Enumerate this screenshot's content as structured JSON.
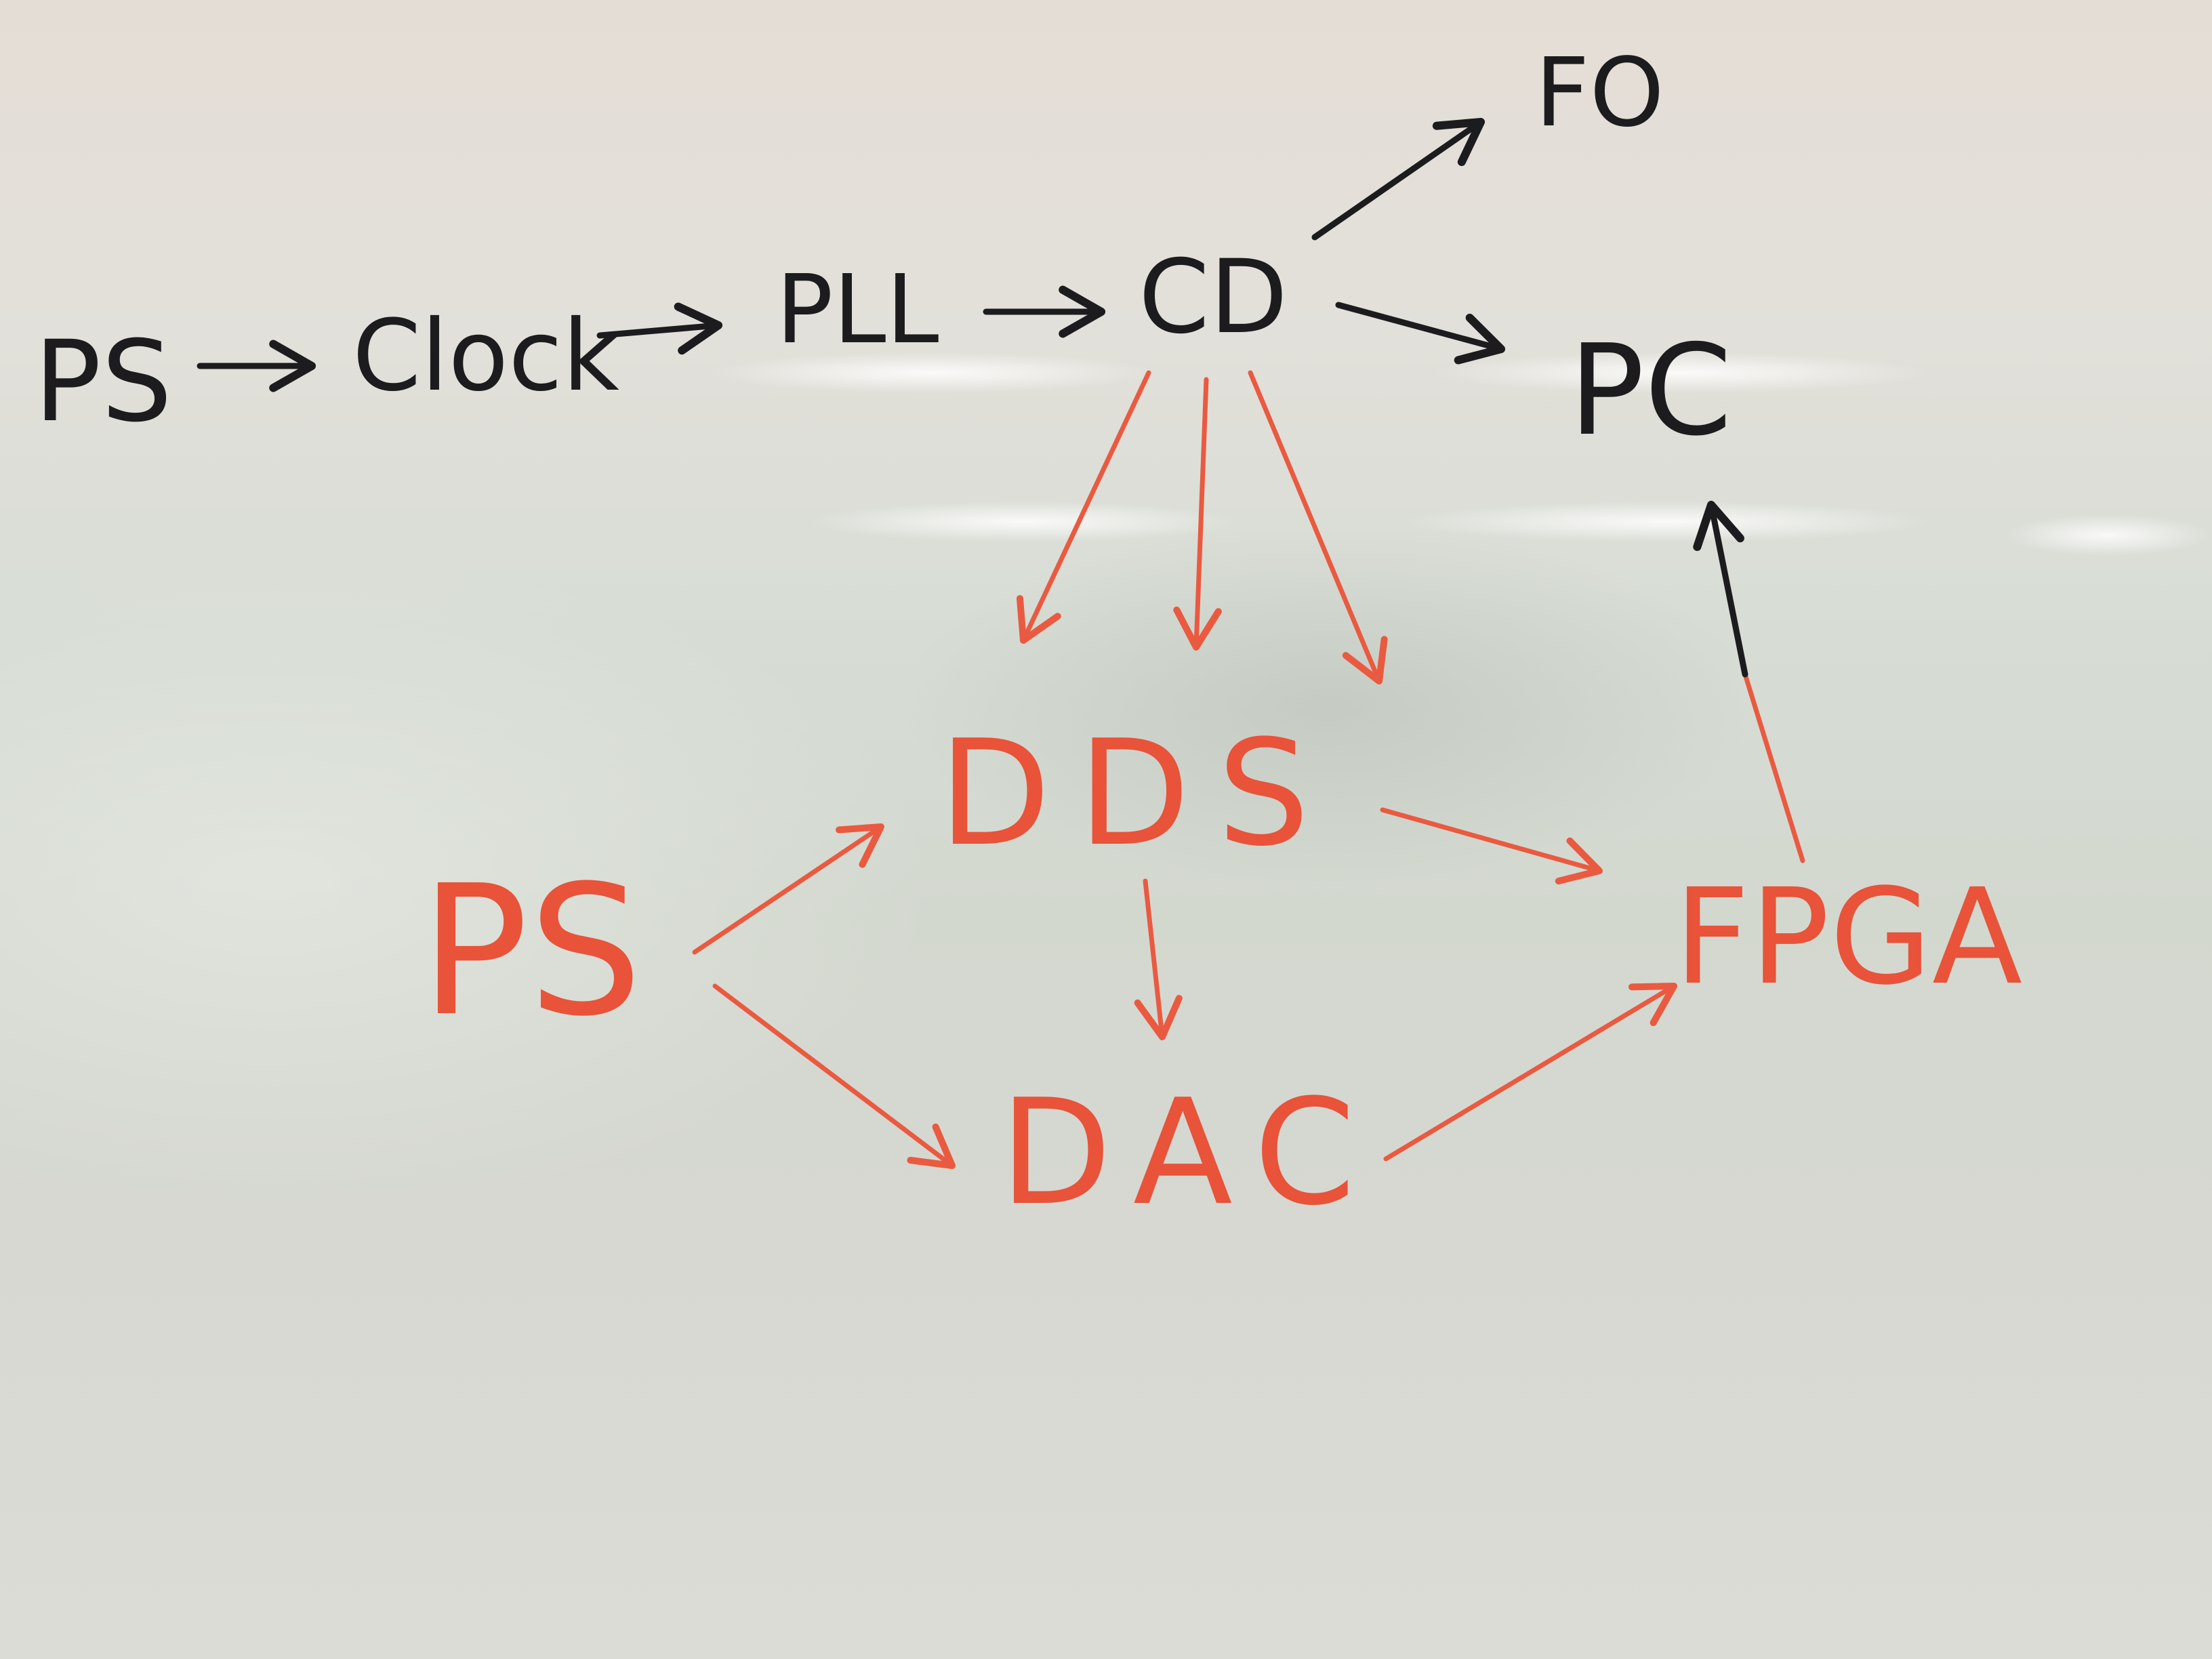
{
  "nodes": {
    "ps_black": "PS",
    "clock": "Clock",
    "pll": "PLL",
    "cd": "CD",
    "fo": "FO",
    "pc": "PC",
    "dds": "DDS",
    "ps_red": "PS",
    "dac": "DAC",
    "fpga": "FPGA"
  },
  "colors": {
    "black_marker": "#1c1c1e",
    "red_marker": "#e8533a",
    "board": "#d9dcd4"
  }
}
